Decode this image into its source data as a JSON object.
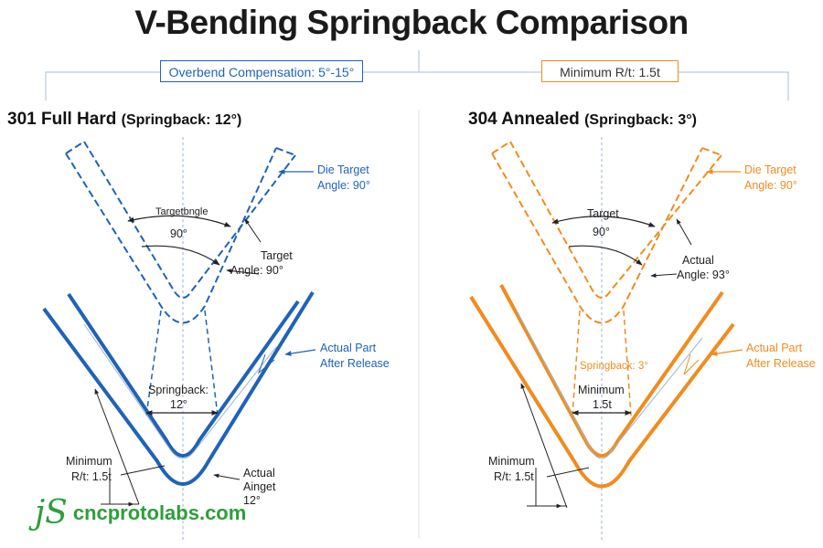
{
  "title": "V-Bending Springback Comparison",
  "banners": {
    "left": "Overbend Compensation: 5°-15°",
    "right": "Minimum R/t: 1.5t"
  },
  "panels": [
    {
      "material": "301 Full Hard",
      "springback_note": "(Springback: 12°)",
      "labels": {
        "die_target_1": "Die Target",
        "die_target_2": "Angle: 90°",
        "target_angle_arc_1": "Targetbngle",
        "target_angle_arc_2": "90°",
        "right_angle_1": "Target",
        "right_angle_2": "Angle: 90°",
        "actual_part_1": "Actual Part",
        "actual_part_2": "After Release",
        "springback_1": "Springback:",
        "springback_2": "12°",
        "minimum_1": "Minimum",
        "minimum_2": "R/t: 1.5t",
        "actual_angle_1": "Actual",
        "actual_angle_2": "Ainget",
        "actual_angle_3": "12°"
      }
    },
    {
      "material": "304 Annealed",
      "springback_note": "(Springback: 3°)",
      "labels": {
        "die_target_1": "Die Target",
        "die_target_2": "Angle: 90°",
        "target_angle_arc_1": "Target",
        "target_angle_arc_2": "90°",
        "right_angle_1": "Actual",
        "right_angle_2": "Angle: 93°",
        "actual_part_1": "Actual Part",
        "actual_part_2": "After Release",
        "springback": "Springback: 3°",
        "center_min_1": "Minimum",
        "center_min_2": "1.5t",
        "minimum_1": "Minimum",
        "minimum_2": "R/t: 1.5t"
      }
    }
  ],
  "brand": {
    "logo": "jS",
    "name": "cncprotolabs.com"
  },
  "colors": {
    "blue": "#1f63b8",
    "orange": "#f08c1e",
    "text": "#222222",
    "brand_green": "#2e9e3a",
    "guide": "#a9bfd6"
  }
}
